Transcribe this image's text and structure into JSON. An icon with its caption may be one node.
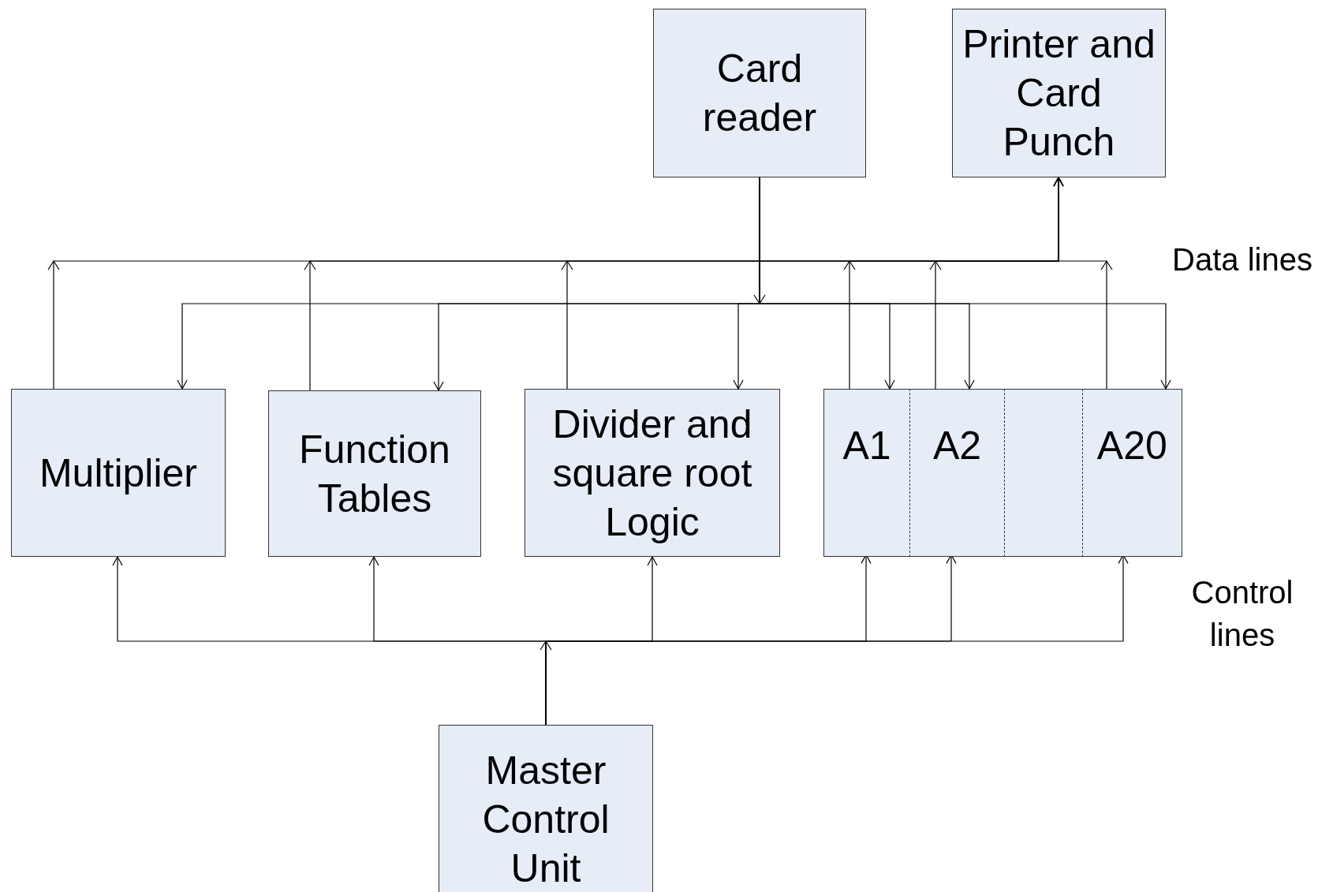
{
  "diagram": {
    "nodes": [
      {
        "text": [
          "Card reader"
        ]
      },
      {
        "text": [
          "Printer and Card Punch"
        ]
      },
      {
        "text": [
          "Multiplier"
        ]
      },
      {
        "text": [
          "Function Tables"
        ]
      },
      {
        "text": [
          "Divider and square root Logic"
        ]
      },
      {
        "text": [],
        "shape": "box"
      },
      {
        "text": [
          "A1"
        ],
        "in": 5
      },
      {
        "text": [
          "A2"
        ],
        "in": 5
      },
      {
        "text": [],
        "shape": "box",
        "in": 5
      },
      {
        "text": [
          "A20"
        ],
        "in": 5
      },
      {
        "text": [
          "Master Control Unit"
        ]
      }
    ],
    "edges": [
      {
        "from": 0,
        "to": 2,
        "arrow": "to"
      },
      {
        "from": 0,
        "to": 3,
        "arrow": "to"
      },
      {
        "from": 0,
        "to": 4,
        "arrow": "to"
      },
      {
        "from": 0,
        "to": 6,
        "arrow": "to"
      },
      {
        "from": 0,
        "to": 7,
        "arrow": "to"
      },
      {
        "from": 0,
        "to": 9,
        "arrow": "to"
      },
      {
        "from": 2,
        "to": 1,
        "arrow": "to"
      },
      {
        "from": 3,
        "to": 1,
        "arrow": "to"
      },
      {
        "from": 4,
        "to": 1,
        "arrow": "to"
      },
      {
        "from": 6,
        "to": 1,
        "arrow": "to"
      },
      {
        "from": 7,
        "to": 1,
        "arrow": "to"
      },
      {
        "from": 9,
        "to": 1,
        "arrow": "to"
      },
      {
        "from": 10,
        "to": 2,
        "arrow": "to"
      },
      {
        "from": 10,
        "to": 3,
        "arrow": "to"
      },
      {
        "from": 10,
        "to": 4,
        "arrow": "to"
      },
      {
        "from": 10,
        "to": 6,
        "arrow": "to"
      },
      {
        "from": 10,
        "to": 7,
        "arrow": "to"
      },
      {
        "from": 10,
        "to": 9,
        "arrow": "to"
      }
    ],
    "labels": [
      "Data lines",
      "Control lines"
    ]
  }
}
